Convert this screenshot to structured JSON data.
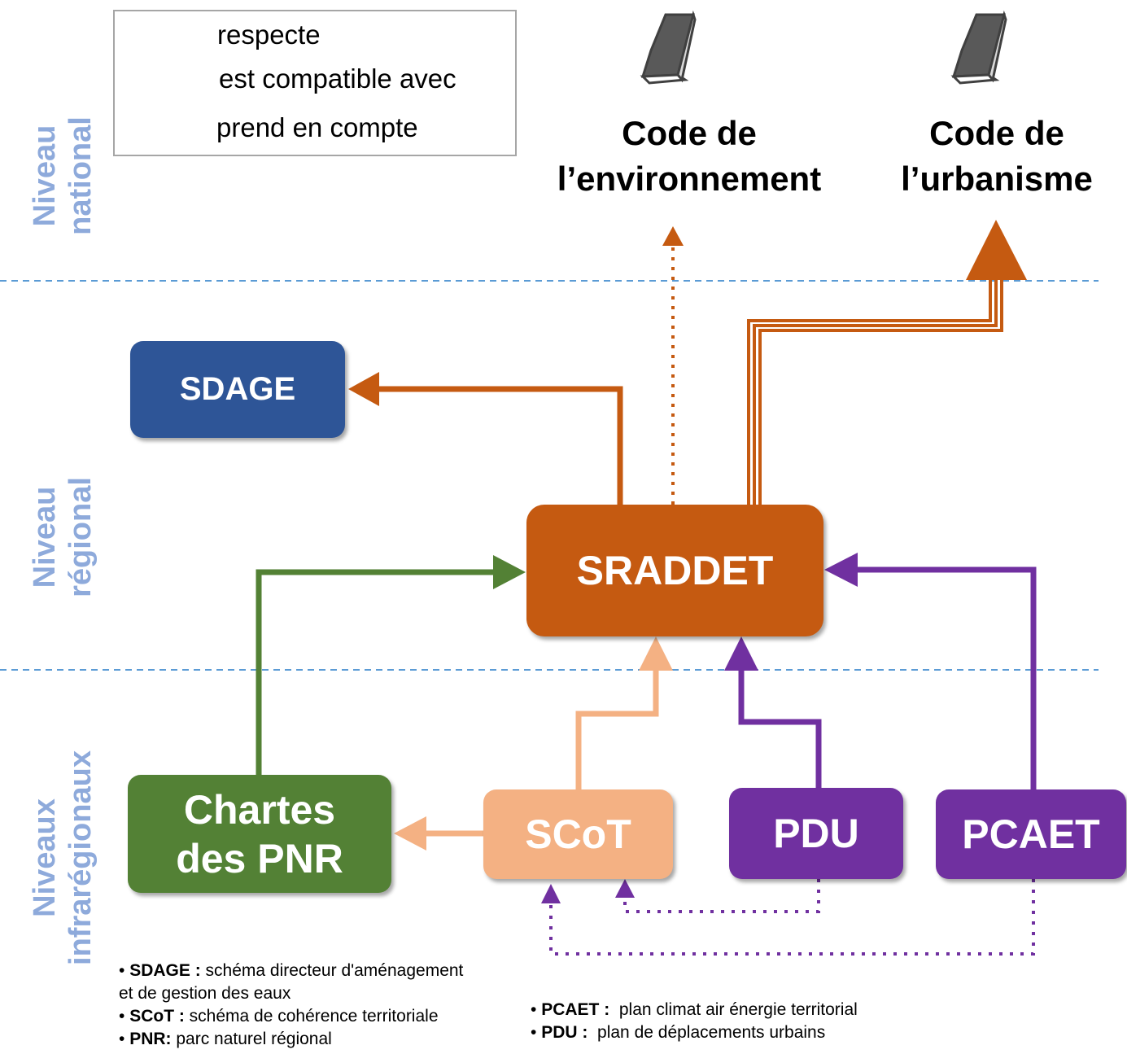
{
  "legend": {
    "respects": "respecte",
    "compatible": "est compatible avec",
    "takes_into_account": "prend en compte"
  },
  "levels": {
    "national": "Niveau\nnational",
    "regional": "Niveau\nrégional",
    "infra": "Niveaux\ninfrarégionaux"
  },
  "codes": {
    "environment": "Code de\nl’environnement",
    "urbanism": "Code de\nl’urbanisme"
  },
  "boxes": {
    "sdage": "SDAGE",
    "sraddet": "SRADDET",
    "chartes": "Chartes\ndes PNR",
    "scot": "SCoT",
    "pdu": "PDU",
    "pcaet": "PCAET"
  },
  "colors": {
    "sdage": "#2e5597",
    "sraddet": "#c55a11",
    "chartes": "#538135",
    "scot": "#f4b183",
    "purple": "#7030a0",
    "level_text": "#8eaadb",
    "level_line": "#5b9bd5"
  },
  "footnotes_left": [
    {
      "abbr": "SDAGE :",
      "text": " schéma directeur d'aménagement"
    },
    {
      "abbr": "",
      "text": "et de gestion des eaux"
    },
    {
      "abbr": "SCoT :",
      "text": " schéma de cohérence territoriale"
    },
    {
      "abbr": "PNR:",
      "text": " parc naturel régional"
    }
  ],
  "footnotes_right": [
    {
      "abbr": "PCAET :",
      "text": "  plan climat air énergie territorial"
    },
    {
      "abbr": "PDU :",
      "text": "  plan de déplacements urbains"
    }
  ]
}
